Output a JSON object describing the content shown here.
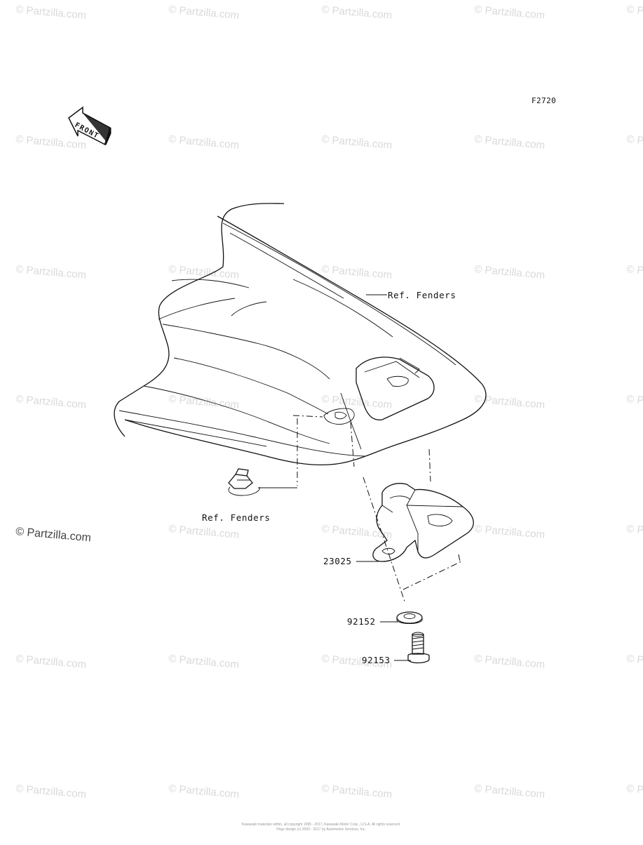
{
  "diagram": {
    "figure_code": "F2720",
    "front_arrow_text": "FRONT",
    "callouts": {
      "ref_fenders_top": "Ref. Fenders",
      "ref_fenders_left": "Ref. Fenders",
      "part_23025": "23025",
      "part_92152": "92152",
      "part_92153": "92153"
    },
    "watermark_text": "© Partzilla.com",
    "footer_line_1": "Kawasaki materials within, all copyright 1995 - 2017, Kawasaki Motor Corp., U.S.A. All rights reserved.",
    "footer_line_2": "Page design (c) 2000 - 2017 by Automotive Services, Inc."
  }
}
